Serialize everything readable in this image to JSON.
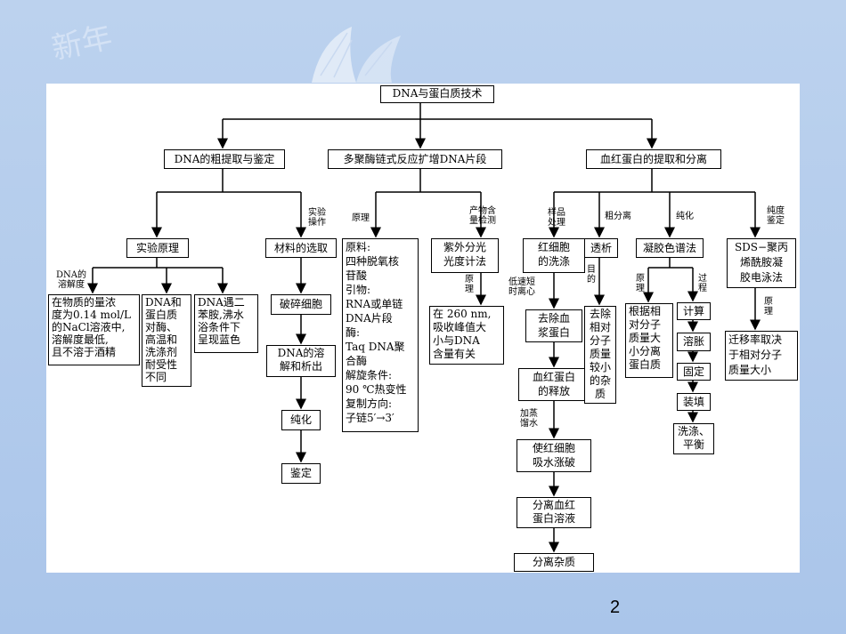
{
  "background": {
    "watermark_text": "新年",
    "accent": "#aac5ea"
  },
  "page_number": "2",
  "diagram": {
    "root": "DNA与蛋白质技术",
    "branches": {
      "b1": "DNA的粗提取与鉴定",
      "b2": "多聚酶链式反应扩增DNA片段",
      "b3": "血红蛋白的提取和分离"
    },
    "dna": {
      "principle": "实验原理",
      "solubility_label": "DNA的\n溶解度",
      "box_nacl": "在物质的量浓\n度为0.14 mol/L\n的NaCl溶液中,\n溶解度最低,\n且不溶于酒精",
      "box_tolerance": "DNA和\n蛋白质\n对酶、\n高温和\n洗涤剂\n耐受性\n不同",
      "box_diphenylamine": "DNA遇二\n苯胺,沸水\n浴条件下\n呈现蓝色",
      "operation_label": "实验\n操作",
      "material": "材料的选取",
      "break_cells": "破碎细胞",
      "dissolve": "DNA的溶\n解和析出",
      "purify": "纯化",
      "identify": "鉴定"
    },
    "pcr": {
      "principle_label": "原理",
      "product_label": "产物含\n量检测",
      "box_materials": "原料:\n四种脱氧核\n苷酸\n引物:\nRNA或单链\nDNA片段\n酶:\nTaq DNA聚\n合酶\n解旋条件:\n90 ℃热变性\n复制方向:\n子链5′→3′",
      "uv": "紫外分光\n光度计法",
      "uv_principle_label": "原\n理",
      "uv_box": "在 260 nm,\n吸收峰值大\n小与DNA\n含量有关"
    },
    "hemo": {
      "sample_label": "样品\n处理",
      "coarse_label": "粗分离",
      "purify_label": "纯化",
      "purity_label": "纯度\n鉴定",
      "wash_rbc": "红细胞\n的洗涤",
      "low_speed_label": "低速短\n时离心",
      "remove_plasma": "去除血\n浆蛋白",
      "release": "血红蛋白\n的释放",
      "add_water_label": "加蒸\n馏水",
      "rbc_burst": "使红细胞\n吸水涨破",
      "separate_solution": "分离血红\n蛋白溶液",
      "separate_impurities": "分离杂质",
      "dialysis": "透析",
      "purpose_label": "目\n的",
      "dialysis_box": "去除\n相对\n分子\n质量\n较小\n的杂\n质",
      "gel": "凝胶色谱法",
      "gel_principle_label": "原\n理",
      "gel_process_label": "过\n程",
      "gel_principle_box": "根据相\n对分子\n质量大\n小分离\n蛋白质",
      "step_calc": "计算",
      "step_swell": "溶胀",
      "step_fix": "固定",
      "step_fill": "装填",
      "step_wash": "洗涤、\n平衡",
      "sds": "SDS−聚丙\n烯酰胺凝\n胶电泳法",
      "sds_principle_label": "原\n理",
      "sds_box": "迁移率取决\n于相对分子\n质量大小"
    }
  }
}
